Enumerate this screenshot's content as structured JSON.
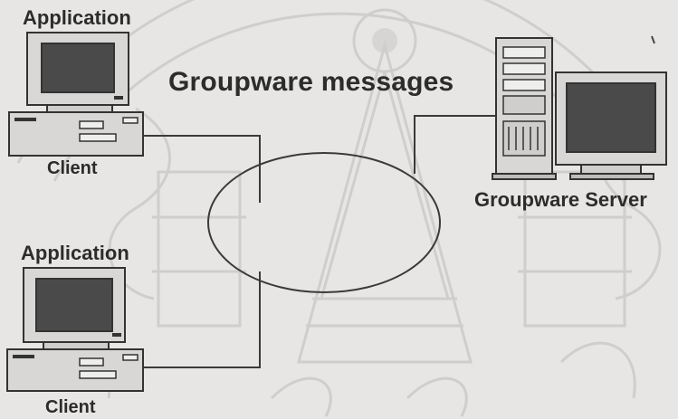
{
  "diagram": {
    "title": "Groupware messages",
    "nodes": {
      "client_top": {
        "role_label": "Application",
        "device_label": "Client"
      },
      "client_bottom": {
        "role_label": "Application",
        "device_label": "Client"
      },
      "server": {
        "label": "Groupware Server"
      }
    },
    "network_shape": "ellipse",
    "connections": [
      "client_top-network",
      "client_bottom-network",
      "server-network"
    ],
    "background_watermark": "ornamental temple emblem",
    "colors": {
      "background": "#e7e6e4",
      "line": "#3a3a3a",
      "text": "#2c2c2c",
      "watermark": "#c9c8c6"
    }
  }
}
